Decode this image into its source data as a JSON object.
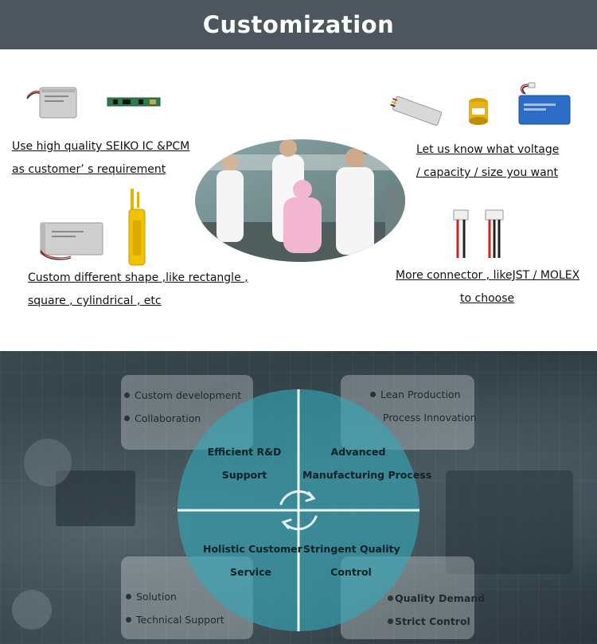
{
  "header": {
    "title": "Customization"
  },
  "top": {
    "captions": [
      {
        "lines": [
          "Use high quality SEIKO IC &PCM",
          "as customer’ s requirement"
        ]
      },
      {
        "lines": [
          "Let us know what voltage",
          "/ capacity / size you want"
        ]
      },
      {
        "lines": [
          "Custom different shape ,like rectangle ,",
          "square , cylindrical , etc"
        ]
      },
      {
        "lines": [
          "More connector , likeJST / MOLEX",
          "to choose"
        ]
      }
    ]
  },
  "bottom": {
    "boxes": {
      "top_left": [
        "Custom development",
        "Collaboration"
      ],
      "top_right": [
        "Lean Production",
        "Process Innovation"
      ],
      "bottom_left": [
        "Solution",
        "Technical Support"
      ],
      "bottom_right": [
        "Quality Demand",
        "Strict Control"
      ]
    },
    "quadrants": {
      "top_left": [
        "Efficient R&D",
        "Support"
      ],
      "top_right": [
        "Advanced",
        "Manufacturing Process"
      ],
      "bottom_left": [
        "Holistic Customer",
        "Service"
      ],
      "bottom_right": [
        "Stringent Quality",
        "Control"
      ]
    }
  },
  "colors": {
    "header": "#4d565e",
    "circle": "#36a7b8"
  }
}
